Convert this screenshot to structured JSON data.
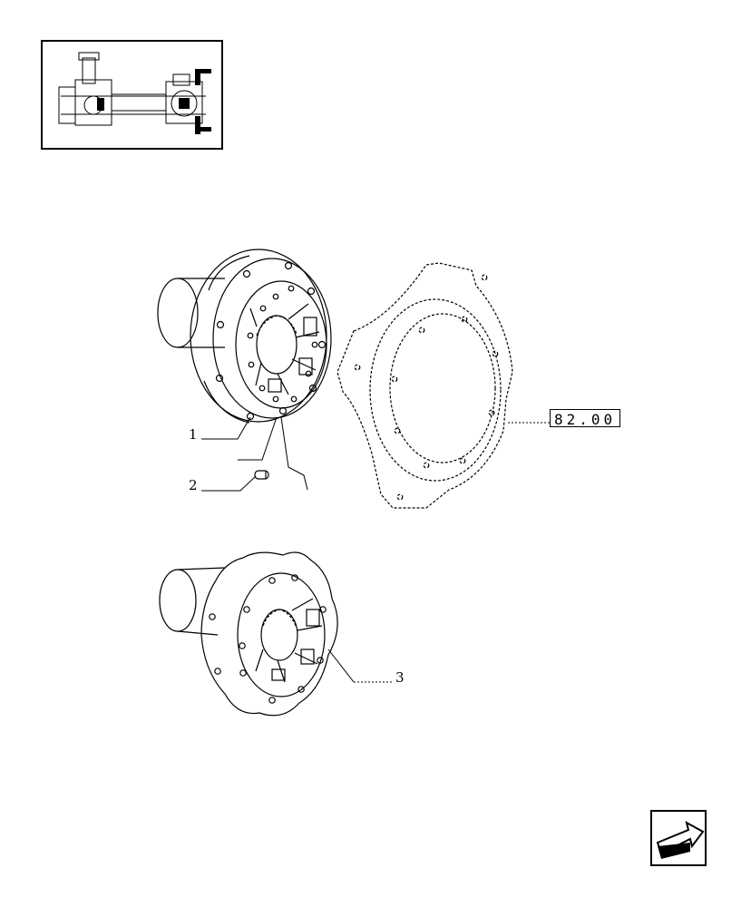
{
  "diagram": {
    "callouts": [
      {
        "id": "1",
        "label": "1"
      },
      {
        "id": "2",
        "label": "2"
      },
      {
        "id": "3",
        "label": "3"
      }
    ],
    "reference": {
      "label": "82.00"
    }
  },
  "icons": {
    "thumbnail": "axle-assembly-thumbnail",
    "navigation": "back-arrow-icon"
  },
  "colors": {
    "line": "#000000",
    "background": "#ffffff"
  }
}
